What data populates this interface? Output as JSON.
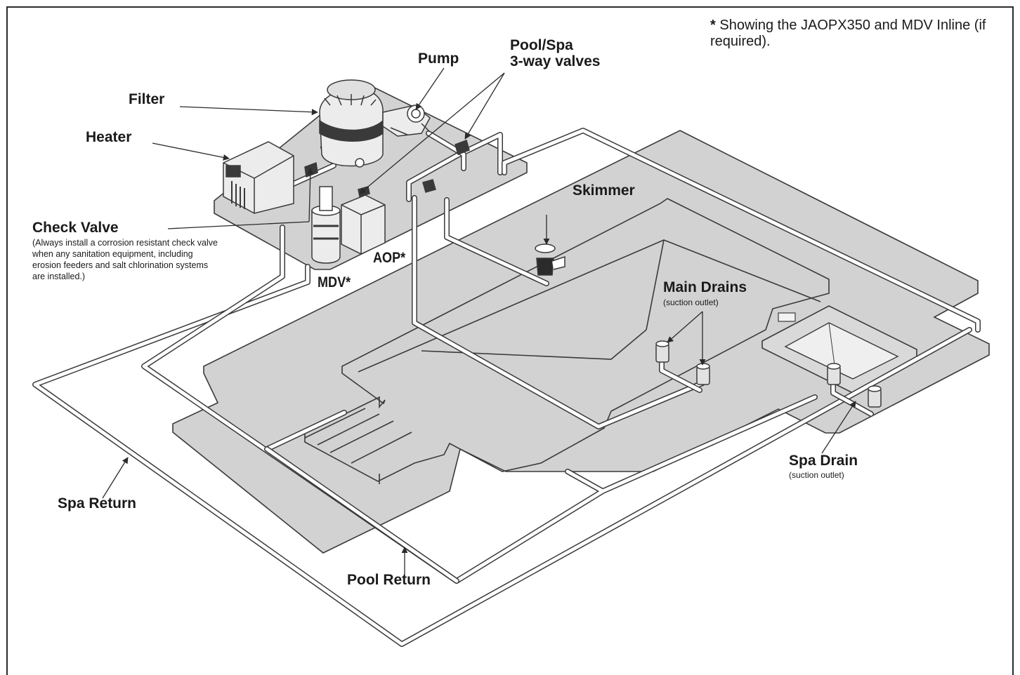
{
  "note": {
    "asterisk": "*",
    "text": "Showing the JAOPX350 and MDV Inline (if required)."
  },
  "labels": {
    "pump": "Pump",
    "valves_line1": "Pool/Spa",
    "valves_line2": "3-way valves",
    "filter": "Filter",
    "heater": "Heater",
    "skimmer": "Skimmer",
    "check_valve": "Check Valve",
    "check_valve_note": "(Always install a corrosion resistant check valve when any sanitation equipment, including erosion feeders and salt chlorination systems are installed.)",
    "aop": "AOP*",
    "mdv": "MDV*",
    "main_drains": "Main Drains",
    "main_drains_sub": "(suction outlet)",
    "spa_drain": "Spa Drain",
    "spa_drain_sub": "(suction outlet)",
    "spa_return": "Spa Return",
    "pool_return": "Pool Return"
  },
  "colors": {
    "slab": "#d2d2d2",
    "slab_stroke": "#3a3a3a",
    "pipe": "#ffffff",
    "pipe_outline": "#3a3a3a",
    "equipment": "#e6e6e6"
  }
}
